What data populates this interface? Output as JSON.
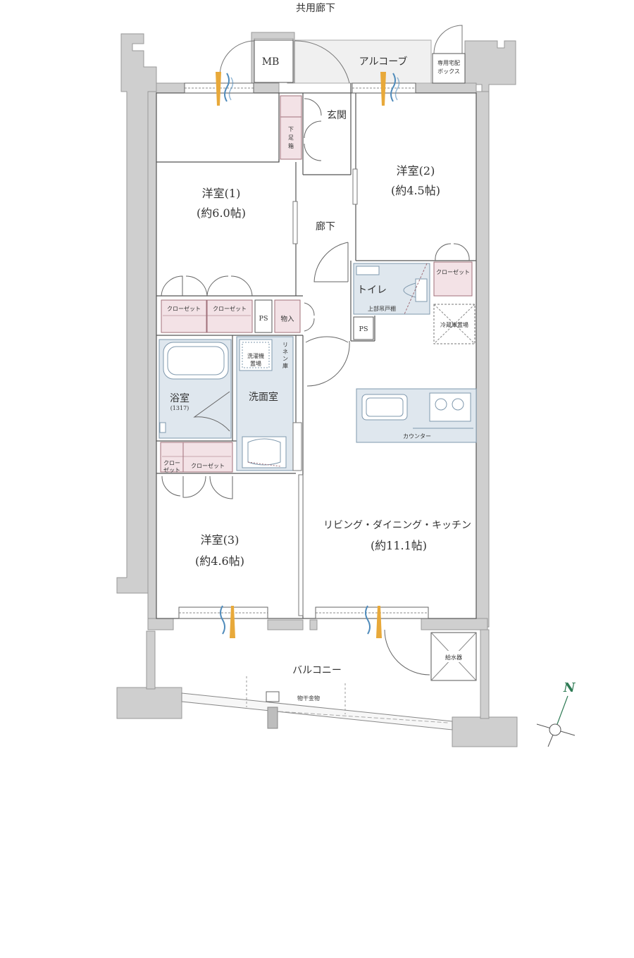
{
  "header": {
    "corridor": "共用廊下"
  },
  "exterior": {
    "mb": "MB",
    "alcove": "アルコーブ",
    "delivery_box_line1": "専用宅配",
    "delivery_box_line2": "ボックス"
  },
  "rooms": {
    "entrance": "玄関",
    "hallway": "廊下",
    "room1_name": "洋室(1)",
    "room1_size": "(約6.0帖)",
    "room2_name": "洋室(2)",
    "room2_size": "(約4.5帖)",
    "room3_name": "洋室(3)",
    "room3_size": "(約4.6帖)",
    "ldk_name": "リビング・ダイニング・キッチン",
    "ldk_size": "(約11.1帖)",
    "toilet": "トイレ",
    "upper_cabinet": "上部吊戸棚",
    "washroom": "洗面室",
    "bathroom": "浴室",
    "bath_size": "(1317)",
    "balcony": "バルコニー"
  },
  "storage": {
    "shoe_cabinet": [
      "下",
      "足",
      "箱"
    ],
    "closet": "クローゼット",
    "closet_split_1": "クロー",
    "closet_split_2": "ゼット",
    "storeroom": "物入",
    "linen": [
      "リ",
      "ネ",
      "ン",
      "庫"
    ],
    "ps": "PS"
  },
  "fixtures": {
    "washer_line1": "洗濯機",
    "washer_line2": "置場",
    "fridge": "冷蔵庫置場",
    "counter": "カウンター",
    "water_heater": "給水器",
    "laundry_hanger": "物干金物"
  },
  "compass": {
    "north": "N"
  },
  "colors": {
    "wall": "#cfcfcf",
    "wall_stroke": "#999999",
    "line": "#555555",
    "storage_fill": "#f3e2e6",
    "storage_stroke": "#a0707a",
    "wet_fill": "#dfe7ee",
    "wet_stroke": "#7f98ad",
    "vent_orange": "#e8a93a",
    "vent_blue": "#4f8bbb",
    "compass_green": "#2f7b55"
  }
}
